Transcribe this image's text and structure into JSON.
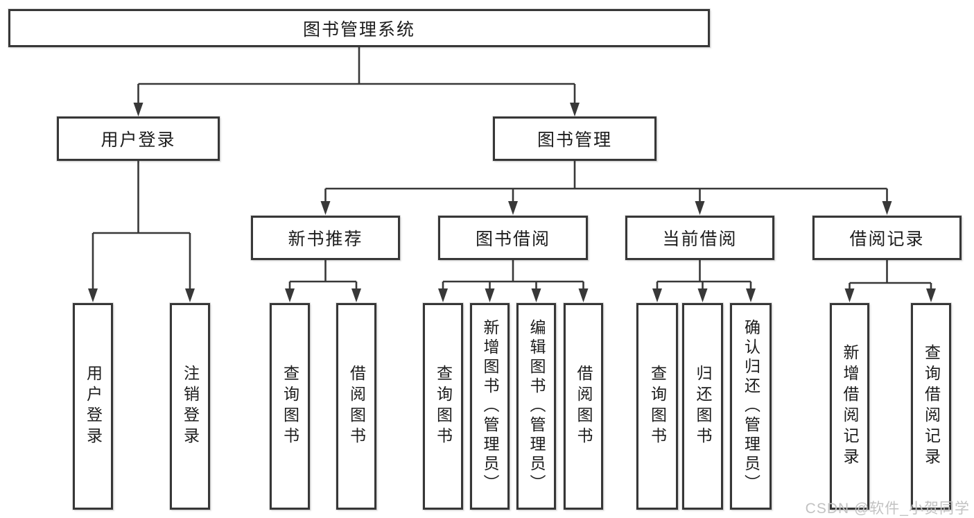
{
  "diagram": {
    "title": "图书管理系统",
    "nodes": {
      "root": {
        "label": "图书管理系统"
      },
      "login": {
        "label": "用户登录"
      },
      "mgmt": {
        "label": "图书管理"
      },
      "rec": {
        "label": "新书推荐"
      },
      "borrow": {
        "label": "图书借阅"
      },
      "current": {
        "label": "当前借阅"
      },
      "records": {
        "label": "借阅记录"
      },
      "a1": {
        "label": "用户登录"
      },
      "a2": {
        "label": "注销登录"
      },
      "b1": {
        "label": "查询图书"
      },
      "b2": {
        "label": "借阅图书"
      },
      "c1": {
        "label": "查询图书"
      },
      "c2": {
        "label": "新增图书（管理员）"
      },
      "c3": {
        "label": "编辑图书（管理员）"
      },
      "c4": {
        "label": "借阅图书"
      },
      "d1": {
        "label": "查询图书"
      },
      "d2": {
        "label": "归还图书"
      },
      "d3": {
        "label": "确认归还（管理员）"
      },
      "e1": {
        "label": "新增借阅记录"
      },
      "e2": {
        "label": "查询借阅记录"
      }
    },
    "edges": [
      [
        "root",
        "login"
      ],
      [
        "root",
        "mgmt"
      ],
      [
        "login",
        "a1"
      ],
      [
        "login",
        "a2"
      ],
      [
        "mgmt",
        "rec"
      ],
      [
        "mgmt",
        "borrow"
      ],
      [
        "mgmt",
        "current"
      ],
      [
        "mgmt",
        "records"
      ],
      [
        "rec",
        "b1"
      ],
      [
        "rec",
        "b2"
      ],
      [
        "borrow",
        "c1"
      ],
      [
        "borrow",
        "c2"
      ],
      [
        "borrow",
        "c3"
      ],
      [
        "borrow",
        "c4"
      ],
      [
        "current",
        "d1"
      ],
      [
        "current",
        "d2"
      ],
      [
        "current",
        "d3"
      ],
      [
        "records",
        "e1"
      ],
      [
        "records",
        "e2"
      ]
    ],
    "colors": {
      "line": "#383838",
      "border": "#373737",
      "text": "#1c1c1c",
      "watermark": "#c2c2c2",
      "background": "#ffffff"
    }
  },
  "watermark": {
    "text": "CSDN @软件_小贺同学"
  }
}
